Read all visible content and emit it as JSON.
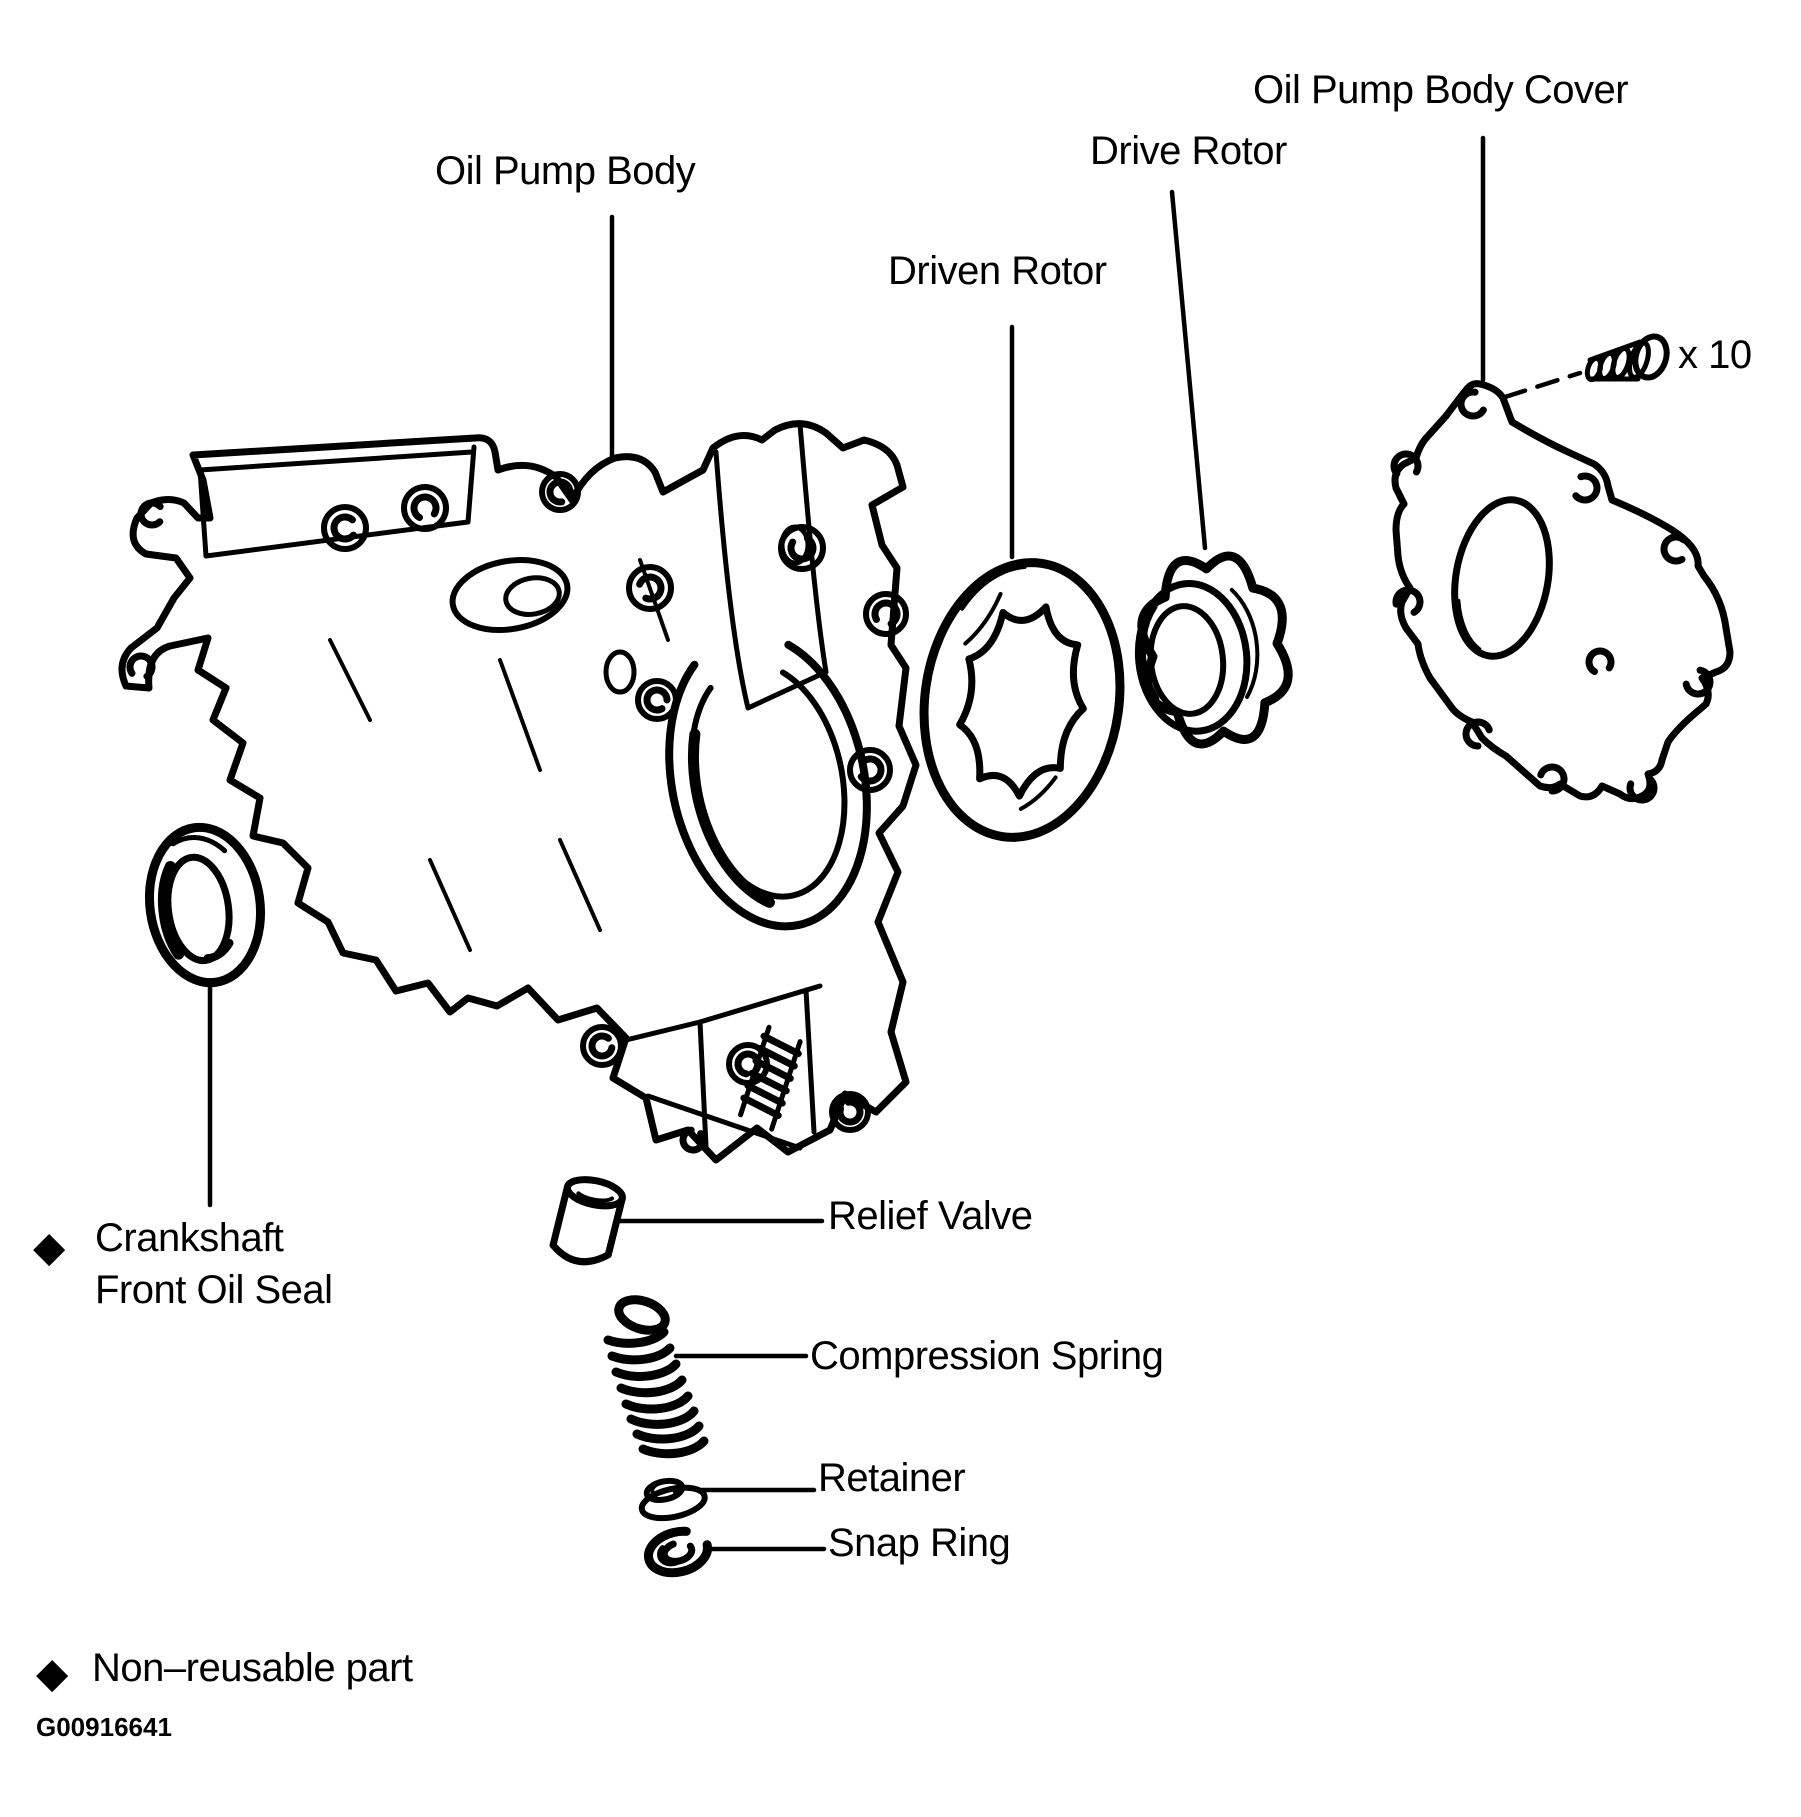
{
  "figure": {
    "id": "G00916641",
    "ink": "#000000",
    "paper": "#ffffff"
  },
  "legend": {
    "marker": "◆",
    "text": "Non–reusable part"
  },
  "callouts": {
    "oil_pump_body": "Oil Pump Body",
    "driven_rotor": "Driven Rotor",
    "drive_rotor": "Drive Rotor",
    "oil_pump_body_cover": "Oil Pump Body Cover",
    "bolt_quantity": "x 10",
    "crankshaft_seal_marker": "◆",
    "crankshaft_seal_line1": "Crankshaft",
    "crankshaft_seal_line2": "Front Oil Seal",
    "relief_valve": "Relief Valve",
    "compression_spring": "Compression Spring",
    "retainer": "Retainer",
    "snap_ring": "Snap Ring"
  }
}
